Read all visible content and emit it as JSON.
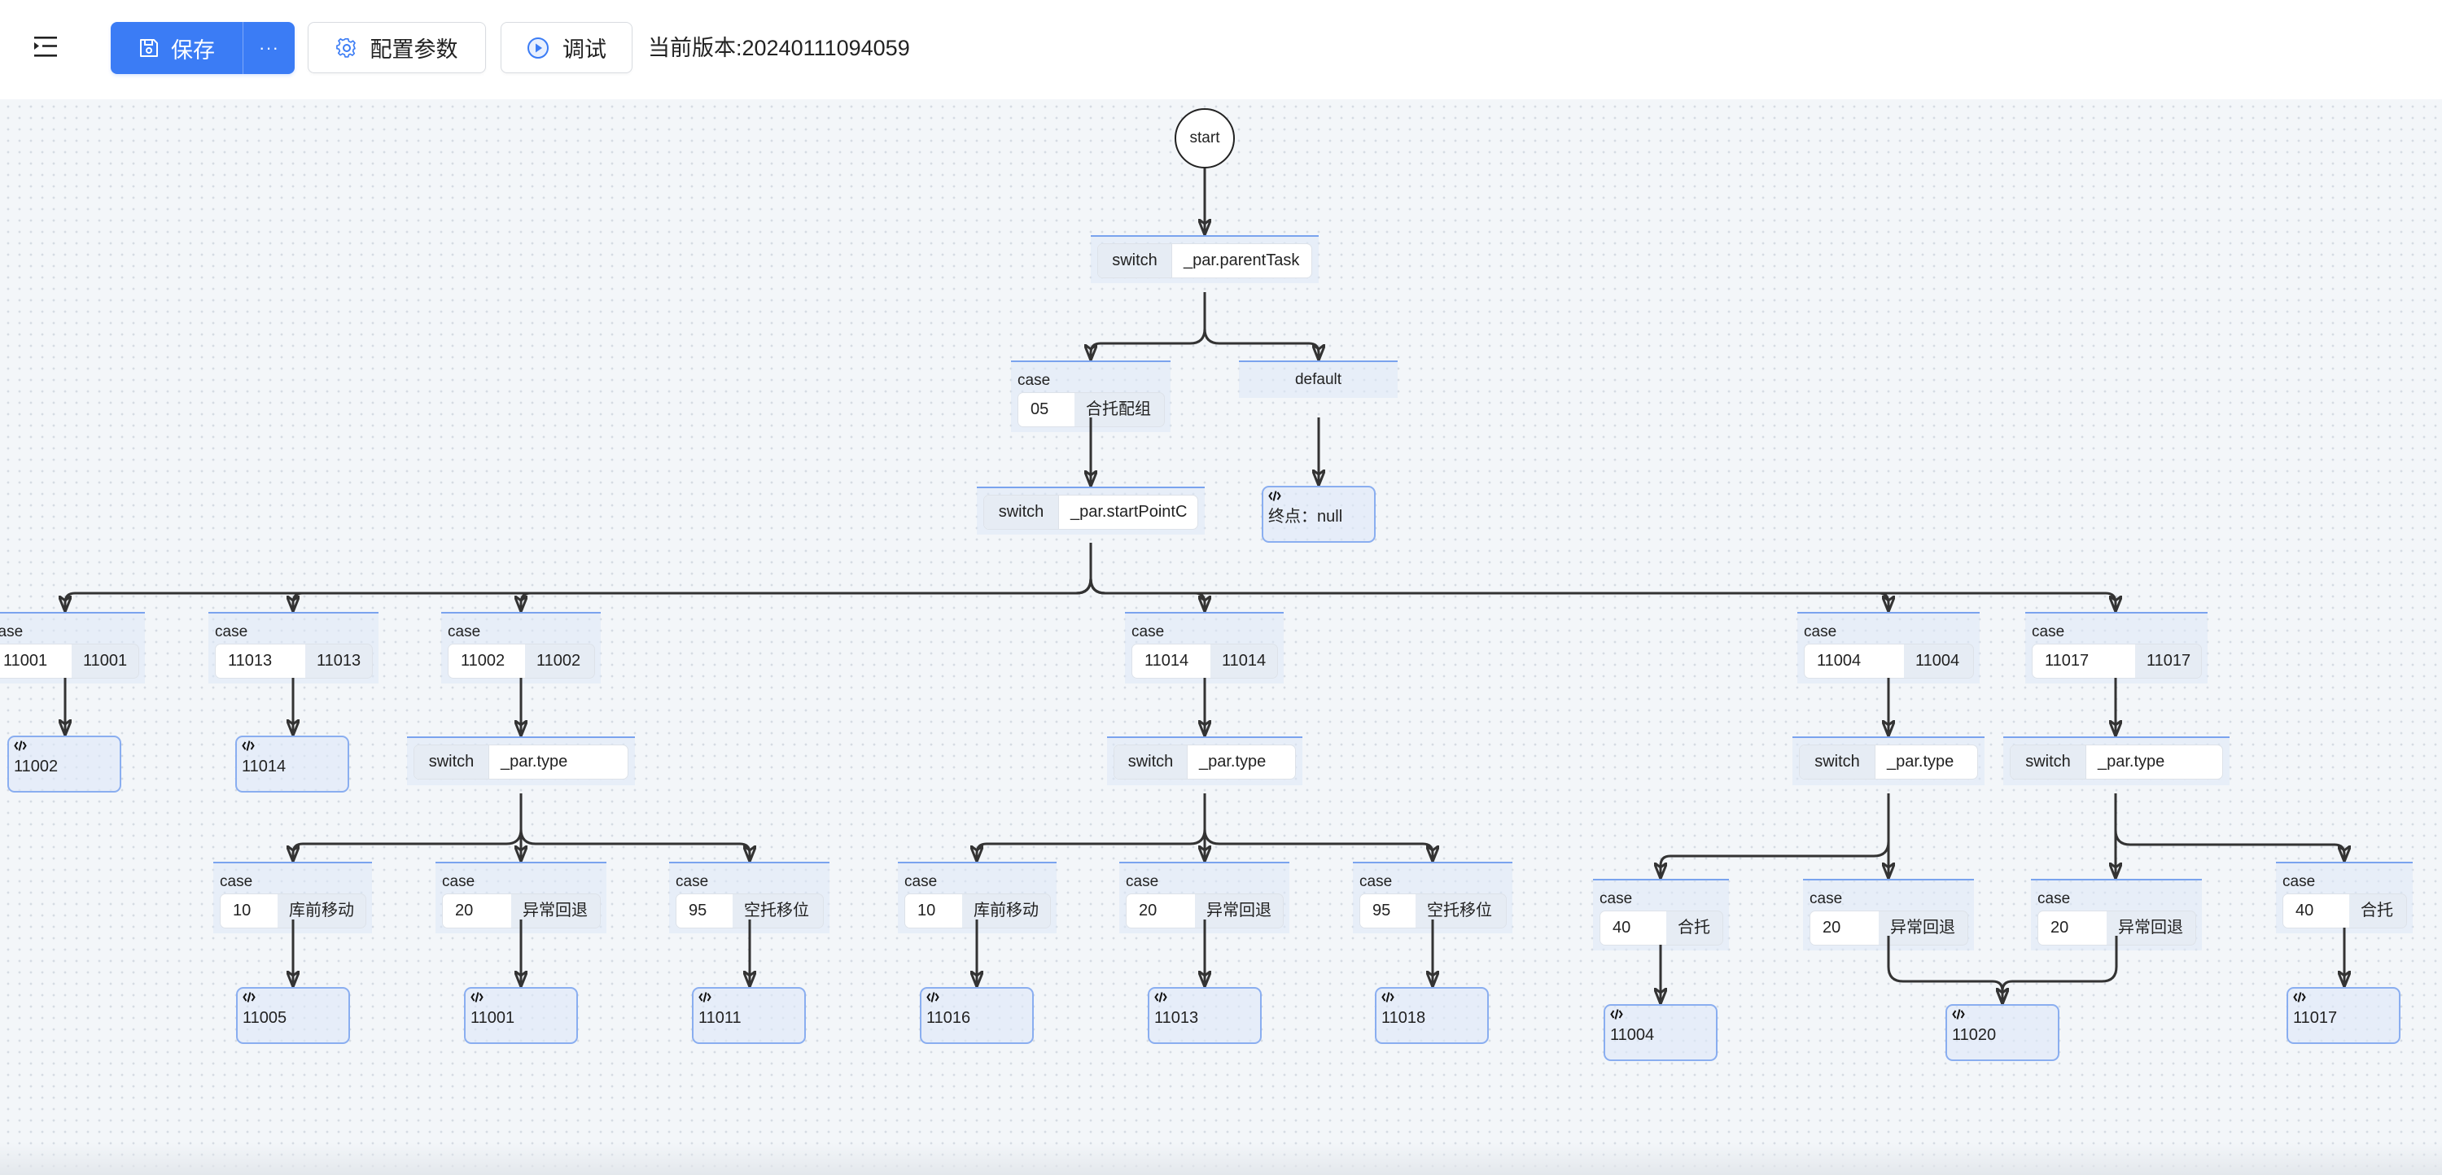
{
  "toolbar": {
    "menu_icon": "indent-menu-icon",
    "save_icon": "floppy-disk-icon",
    "save_label": "保存",
    "more_label": "···",
    "config_icon": "gear-icon",
    "config_label": "配置参数",
    "debug_icon": "play-circle-icon",
    "debug_label": "调试",
    "version_text": "当前版本:20240111094059"
  },
  "colors": {
    "accent": "#3b7cf5",
    "node_top_border": "#7aa3ee",
    "code_node_border": "#8aaef0",
    "edge": "#333333",
    "canvas_background": "#f3f6f9"
  },
  "keywords": {
    "start": "start",
    "switch": "switch",
    "case": "case",
    "default": "default"
  },
  "flow": {
    "switch": {
      "expression": "_par.parentTask",
      "cases": [
        {
          "value": "05",
          "label": "合托配组",
          "switch": {
            "expression": "_par.startPointC",
            "cases": [
              {
                "value": "11001",
                "label": "11001",
                "code": "11002"
              },
              {
                "value": "11013",
                "label": "11013",
                "code": "11014"
              },
              {
                "value": "11002",
                "label": "11002",
                "switch": {
                  "expression": "_par.type",
                  "cases": [
                    {
                      "value": "10",
                      "label": "库前移动",
                      "code": "11005"
                    },
                    {
                      "value": "20",
                      "label": "异常回退",
                      "code": "11001"
                    },
                    {
                      "value": "95",
                      "label": "空托移位",
                      "code": "11011"
                    }
                  ]
                }
              },
              {
                "value": "11014",
                "label": "11014",
                "switch": {
                  "expression": "_par.type",
                  "cases": [
                    {
                      "value": "10",
                      "label": "库前移动",
                      "code": "11016"
                    },
                    {
                      "value": "20",
                      "label": "异常回退",
                      "code": "11013"
                    },
                    {
                      "value": "95",
                      "label": "空托移位",
                      "code": "11018"
                    }
                  ]
                }
              },
              {
                "value": "11004",
                "label": "11004",
                "switch": {
                  "expression": "_par.type",
                  "cases": [
                    {
                      "value": "40",
                      "label": "合托",
                      "code": "11004"
                    },
                    {
                      "value": "20",
                      "label": "异常回退",
                      "code": "11020"
                    }
                  ]
                }
              },
              {
                "value": "11017",
                "label": "11017",
                "switch": {
                  "expression": "_par.type",
                  "cases": [
                    {
                      "value": "20",
                      "label": "异常回退",
                      "code": "11020"
                    },
                    {
                      "value": "40",
                      "label": "合托",
                      "code": "11017"
                    }
                  ]
                }
              }
            ]
          }
        }
      ],
      "default": {
        "code": "终点：null"
      }
    }
  }
}
